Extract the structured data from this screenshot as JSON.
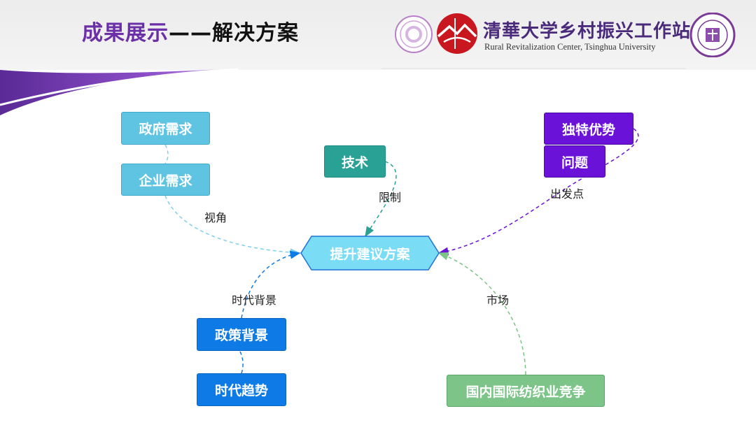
{
  "title": {
    "main": "成果展示",
    "dash": "——",
    "sub": "解决方案"
  },
  "brand": {
    "name_cn": "清華大学乡村振兴工作站",
    "name_en": "Rural Revitalization Center, Tsinghua University"
  },
  "center_node": "提升建议方案",
  "nodes": {
    "gov_demand": "政府需求",
    "ent_demand": "企业需求",
    "tech": "技术",
    "unique_adv": "独特优势",
    "problem": "问题",
    "policy_bg": "政策背景",
    "trend": "时代趋势",
    "competition": "国内国际纺织业竞争"
  },
  "edge_labels": {
    "perspective": "视角",
    "limit": "限制",
    "starting_point": "出发点",
    "era_background": "时代背景",
    "market": "市场"
  },
  "colors": {
    "accent_purple": "#6b2fa8",
    "center_fill": "#7bdcf5",
    "light_blue": "#5fc4e2",
    "teal": "#2aa195",
    "purple": "#6a12d8",
    "blue": "#0e7ae6",
    "green": "#7cc488"
  }
}
